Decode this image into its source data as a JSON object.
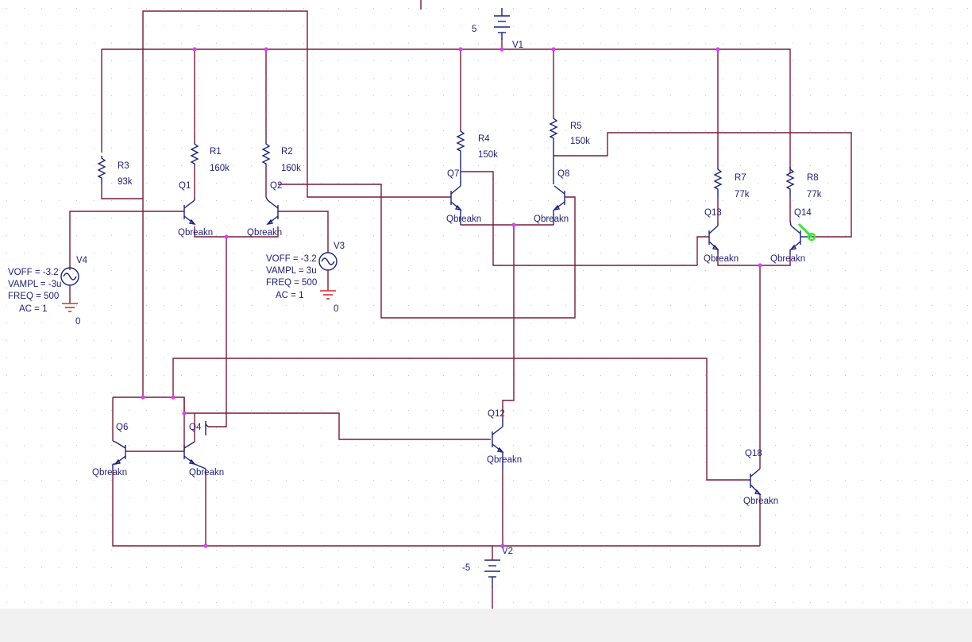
{
  "schematic": {
    "colors": {
      "wire": "#7a1a3c",
      "component": "#1a237e",
      "label": "#1f1f7a",
      "junction": "#e040fb",
      "ground": "#d32f2f",
      "selection": "#39e639",
      "grid_dot": "#b8c4d8",
      "status_bar": "#f0f0f0"
    },
    "sources": {
      "v1": {
        "ref": "V1",
        "value": "5"
      },
      "v2": {
        "ref": "V2",
        "value": "-5"
      },
      "v3": {
        "ref": "V3",
        "voff": "VOFF = -3.2",
        "vampl": "VAMPL = 3u",
        "freq": "FREQ = 500",
        "ac": "AC = 1",
        "ground_label": "0"
      },
      "v4": {
        "ref": "V4",
        "voff": "VOFF = -3.2",
        "vampl": "VAMPL = -3u",
        "freq": "FREQ = 500",
        "ac": "AC = 1",
        "ground_label": "0"
      }
    },
    "resistors": {
      "r1": {
        "ref": "R1",
        "value": "160k"
      },
      "r2": {
        "ref": "R2",
        "value": "160k"
      },
      "r3": {
        "ref": "R3",
        "value": "93k"
      },
      "r4": {
        "ref": "R4",
        "value": "150k"
      },
      "r5": {
        "ref": "R5",
        "value": "150k"
      },
      "r7": {
        "ref": "R7",
        "value": "77k"
      },
      "r8": {
        "ref": "R8",
        "value": "77k"
      }
    },
    "transistors": {
      "q1": {
        "ref": "Q1",
        "model": "Qbreakn"
      },
      "q2": {
        "ref": "Q2",
        "model": "Qbreakn"
      },
      "q4": {
        "ref": "Q4",
        "model": "Qbreakn"
      },
      "q6": {
        "ref": "Q6",
        "model": "Qbreakn"
      },
      "q7": {
        "ref": "Q7",
        "model": "Qbreakn"
      },
      "q8": {
        "ref": "Q8",
        "model": "Qbreakn"
      },
      "q12": {
        "ref": "Q12",
        "model": "Qbreakn"
      },
      "q13": {
        "ref": "Q13",
        "model": "Qbreakn"
      },
      "q14": {
        "ref": "Q14",
        "model": "Qbreakn"
      },
      "q18": {
        "ref": "Q18",
        "model": "Qbreakn"
      }
    }
  }
}
